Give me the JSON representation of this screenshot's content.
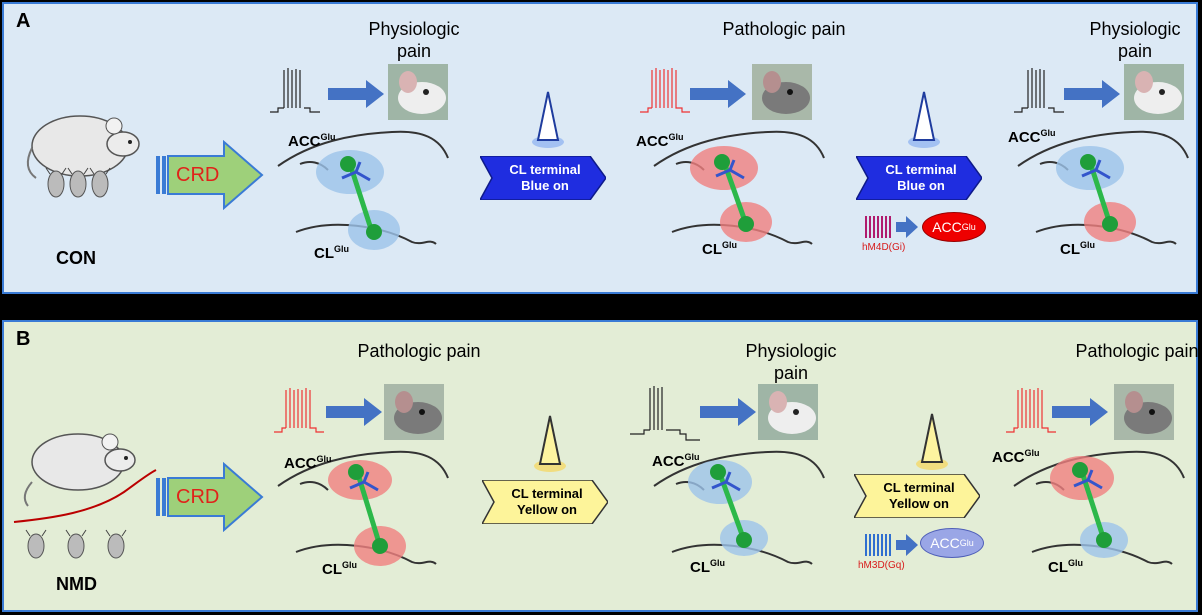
{
  "panels": [
    {
      "letter": "A",
      "group": "CON",
      "crd": "CRD",
      "acc": "ACC",
      "cl": "CL",
      "sup": "Glu",
      "states": [
        "Physiologic pain",
        "Pathologic pain",
        "Physiologic pain"
      ],
      "terminal": [
        "CL terminal",
        "Blue on"
      ],
      "receptor": "hM4D(Gi)",
      "acc_oval": "ACC"
    },
    {
      "letter": "B",
      "group": "NMD",
      "crd": "CRD",
      "acc": "ACC",
      "cl": "CL",
      "sup": "Glu",
      "states": [
        "Pathologic pain",
        "Physiologic pain",
        "Pathologic pain"
      ],
      "terminal": [
        "CL terminal",
        "Yellow on"
      ],
      "receptor": "hM3D(Gq)",
      "acc_oval": "ACC"
    }
  ],
  "colors": {
    "panel_a_bg": "#dce9f5",
    "panel_b_bg": "#e3edd6",
    "blue_terminal": "#1f2de0",
    "yellow_terminal": "#fdf49a",
    "physiologic_region": "#9cc3ea",
    "pathologic_region": "#f08080",
    "connection": "#2cb84a"
  }
}
